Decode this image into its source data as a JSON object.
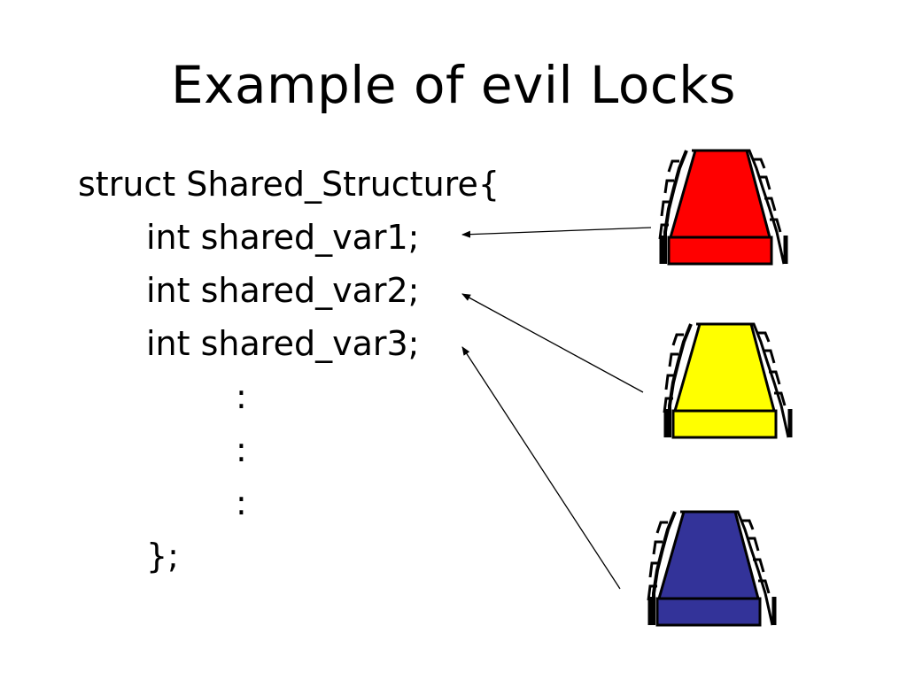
{
  "slide": {
    "title": "Example of evil Locks"
  },
  "code": {
    "lines": [
      "struct Shared_Structure{",
      "int shared_var1;",
      "int shared_var2;",
      "int shared_var3;",
      ":",
      ":",
      ":",
      "};"
    ]
  },
  "locks": [
    {
      "name": "red-lock",
      "color": "#FF0000",
      "points_to": "int shared_var1;"
    },
    {
      "name": "yellow-lock",
      "color": "#FFFF00",
      "points_to": "int shared_var2;"
    },
    {
      "name": "blue-lock",
      "color": "#333399",
      "points_to": "int shared_var3;"
    }
  ]
}
